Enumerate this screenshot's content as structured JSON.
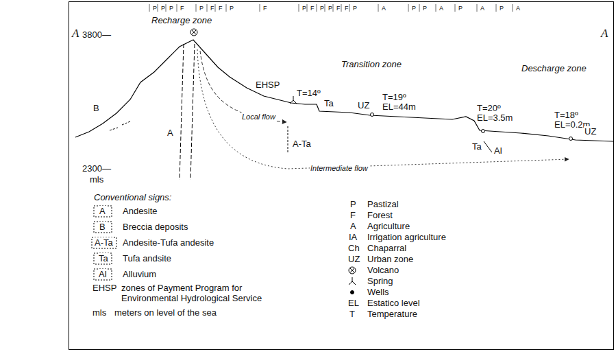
{
  "diagram": {
    "labels": [
      "A",
      "3800—",
      "A",
      "Recharge zone",
      "Transition zone",
      "Descharge zone",
      "B",
      "A",
      "EHSP",
      "T=14º",
      "Local flow",
      "A-Ta",
      "Ta",
      "UZ",
      "T=19º",
      "EL=44m",
      "T=20º",
      "EL=3.5m",
      "Ta",
      "Al",
      "T=18º",
      "EL=0.2m",
      "UZ",
      "2300—",
      "mls",
      "Intermediate flow",
      "Conventional signs:",
      "A",
      "B",
      "A-Ta",
      "Ta",
      "Al",
      "EHSP",
      "mls",
      "P",
      "F",
      "A",
      "IA",
      "Ch",
      "UZ",
      "EL",
      "T",
      "P",
      "P",
      "P",
      "F",
      "P",
      "F",
      "F",
      "P",
      "F",
      "P",
      "F",
      "P",
      "P",
      "F",
      "F",
      "P",
      "A",
      "P",
      "P",
      "A",
      "P",
      "A",
      "P",
      "A"
    ],
    "legend": [
      {
        "text": "Andesite"
      },
      {
        "text": "Breccia deposits"
      },
      {
        "text": "Andesite-Tufa andesite"
      },
      {
        "text": "Tufa andsite"
      },
      {
        "text": "Alluvium"
      },
      {
        "text": "zones of Payment Program for Environmental Hydrological Service"
      },
      {
        "text": "meters on level of the sea"
      },
      {
        "text": "Pastizal"
      },
      {
        "text": "Forest"
      },
      {
        "text": "Agriculture"
      },
      {
        "text": "Irrigation agriculture"
      },
      {
        "text": "Chaparral"
      },
      {
        "text": "Urban zone"
      },
      {
        "text": "Volcano"
      },
      {
        "text": "Spring"
      },
      {
        "text": "Wells"
      },
      {
        "text": "Estatico level"
      },
      {
        "text": "Temperature"
      }
    ]
  }
}
